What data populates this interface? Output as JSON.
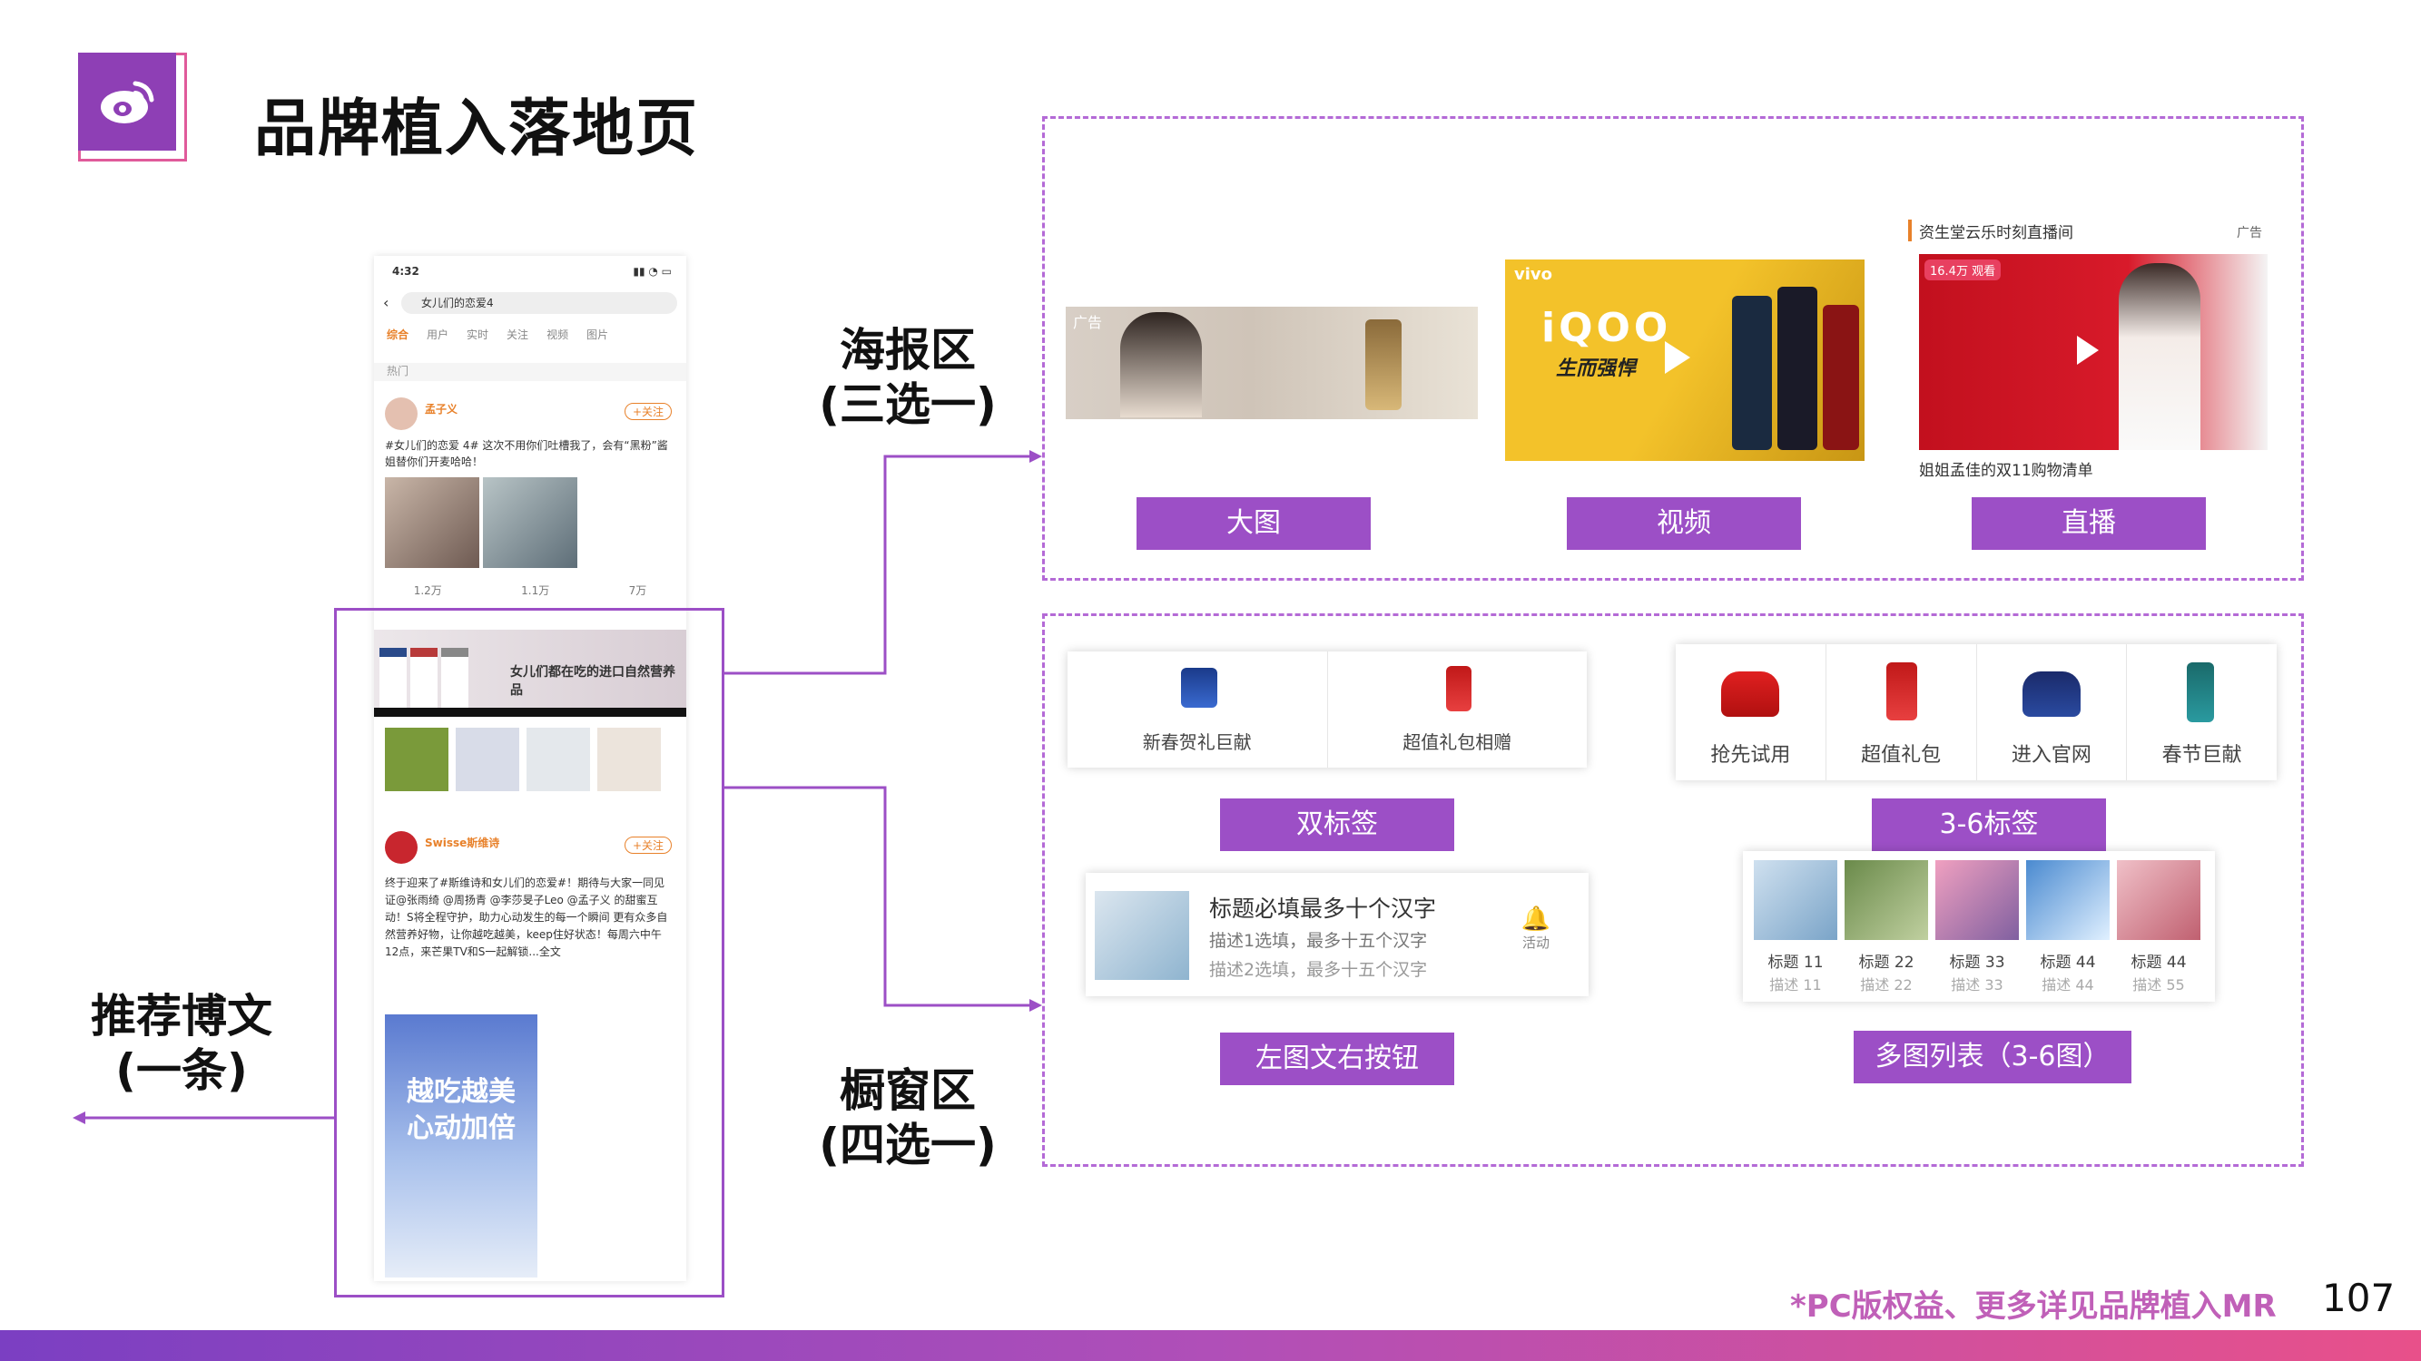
{
  "title": "品牌植入落地页",
  "labels": {
    "poster_area": "海报区",
    "poster_area_sub": "(三选一)",
    "window_area": "橱窗区",
    "window_area_sub": "(四选一)",
    "recommend_post": "推荐博文",
    "recommend_post_sub": "(一条)"
  },
  "poster_buttons": [
    "大图",
    "视频",
    "直播"
  ],
  "poster_cards": {
    "big_image_ad": "广告",
    "video_brand": "vivo",
    "video_title": "iQOO",
    "video_slogan": "生而强悍",
    "live_header": "资生堂云乐时刻直播间",
    "live_ad": "广告",
    "live_viewers": "16.4万 观看",
    "live_caption": "姐姐孟佳的双11购物清单"
  },
  "window_buttons": {
    "dual_tag": "双标签",
    "tags_3_6": "3-6标签",
    "left_img_right_btn": "左图文右按钮",
    "multi_image": "多图列表（3-6图）"
  },
  "dual_tag_items": [
    "新春贺礼巨献",
    "超值礼包相赠"
  ],
  "tag_items": [
    "抢先试用",
    "超值礼包",
    "进入官网",
    "春节巨献"
  ],
  "left_img_card": {
    "title": "标题必填最多十个汉字",
    "desc1": "描述1选填，最多十五个汉字",
    "desc2": "描述2选填，最多十五个汉字",
    "button": "活动"
  },
  "multi_images": [
    {
      "title": "标题 11",
      "desc": "描述 11"
    },
    {
      "title": "标题 22",
      "desc": "描述 22"
    },
    {
      "title": "标题 33",
      "desc": "描述 33"
    },
    {
      "title": "标题 44",
      "desc": "描述 44"
    },
    {
      "title": "标题 44",
      "desc": "描述 55"
    }
  ],
  "phone": {
    "time": "4:32",
    "search": "女儿们的恋爱4",
    "tabs": [
      "综合",
      "用户",
      "实时",
      "关注",
      "视频",
      "图片"
    ],
    "hot": "热门",
    "user1": "孟子义",
    "post1": "#女儿们的恋爱 4# 这次不用你们吐槽我了，会有“黑粉”酱姐替你们开麦哈哈！",
    "stats": [
      "1.2万",
      "1.1万",
      "7万"
    ],
    "banner_text": "女儿们都在吃的进口自然营养品",
    "user2": "Swisse斯维诗",
    "post2": "终于迎来了#斯维诗和女儿们的恋爱#！期待与大家一同见证@张雨绮 @周扬青 @李莎旻子Leo @孟子义 的甜蜜互动！S将全程守护，助力心动发生的每一个瞬间 更有众多自然营养好物，让你越吃越美，keep住好状态！每周六中午12点，来芒果TV和S一起解锁...全文",
    "promo_big": "越吃越美",
    "promo_big2": "心动加倍",
    "follow": "+关注"
  },
  "footer_note": "*PC版权益、更多详见品牌植入MR",
  "page_number": "107"
}
